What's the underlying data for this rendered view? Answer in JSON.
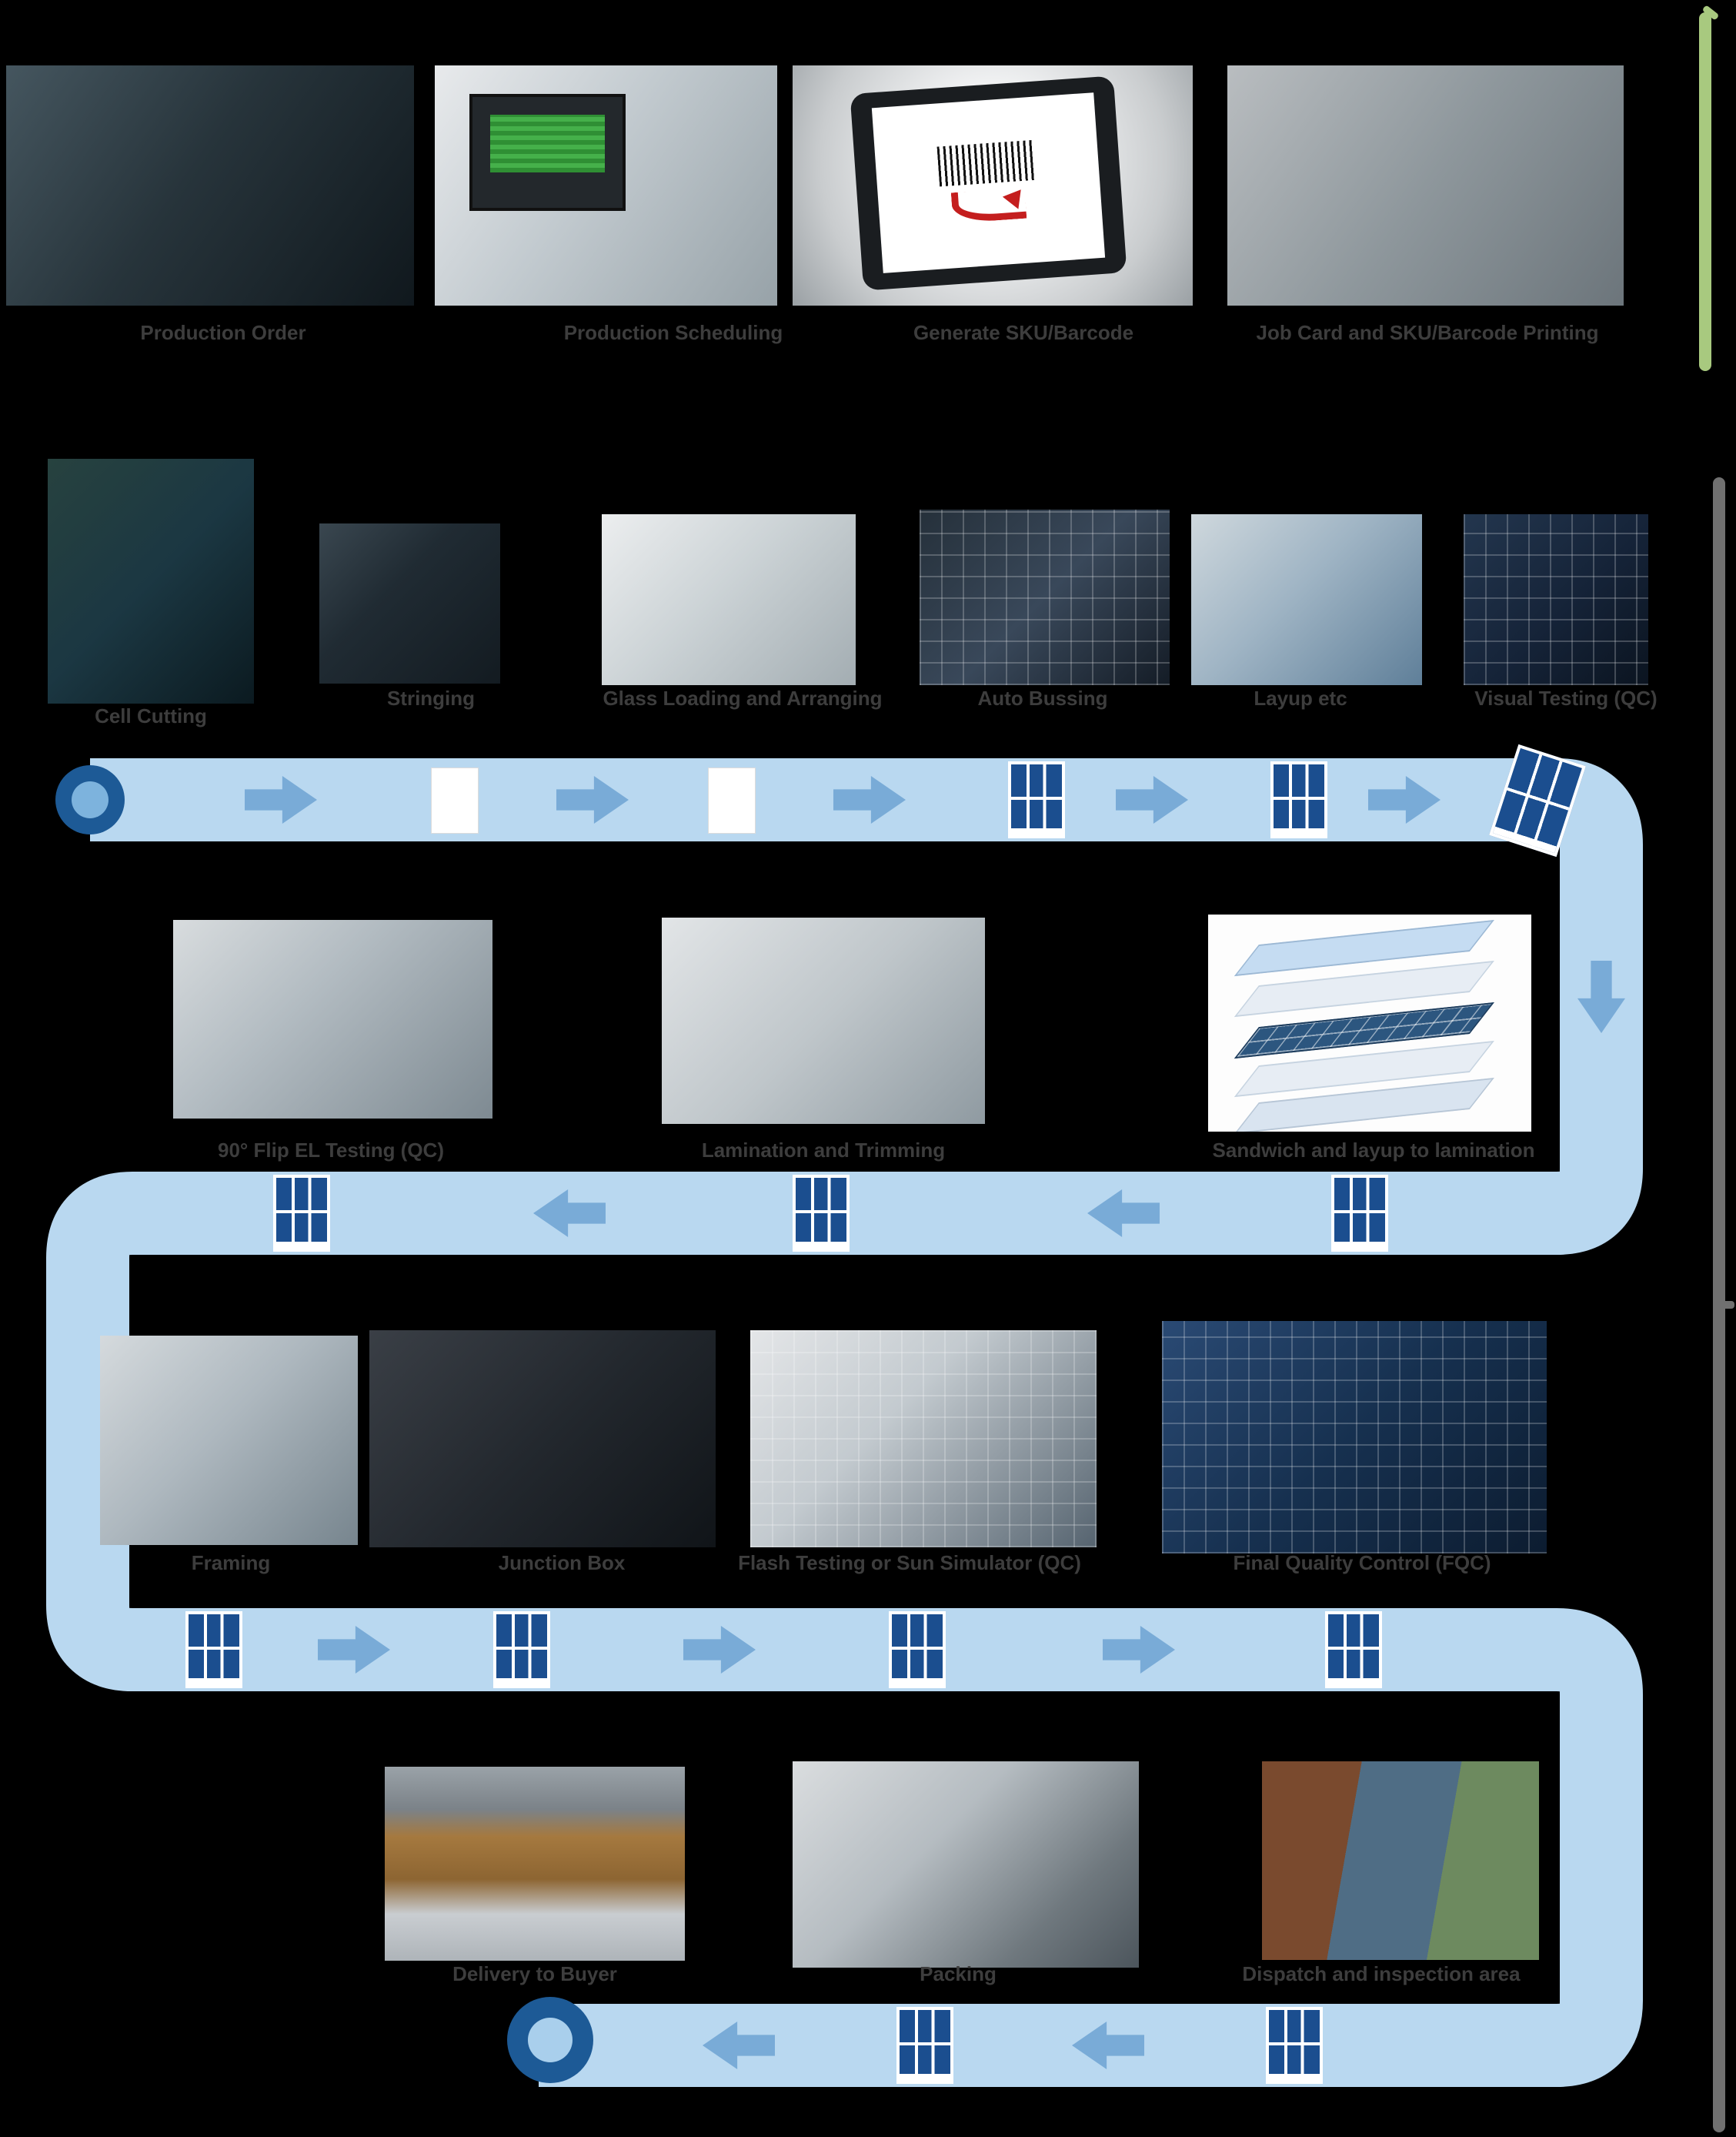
{
  "colors": {
    "background": "#000000",
    "flow_band": "#b9d8f0",
    "flow_arrow": "#79abd7",
    "panel_icon_blue": "#1b4e8f",
    "flow_circle_ring": "#1d5a96",
    "flow_circle_center": "#7db3dd",
    "label_text": "#3d3d3d",
    "green_bracket": "#a8c97f",
    "gray_bracket": "#707070"
  },
  "sections": {
    "pre_production": {
      "steps": [
        {
          "label": "Production Order",
          "image": "worker-at-laptop-in-factory"
        },
        {
          "label": "Production Scheduling",
          "image": "engineer-at-monitors"
        },
        {
          "label": "Generate SKU/Barcode",
          "image": "tablet-with-barcode"
        },
        {
          "label": "Job Card and SKU/Barcode Printing",
          "image": "scanning-job-card"
        }
      ]
    },
    "line1": {
      "steps": [
        {
          "label": "Cell Cutting",
          "image": "cell-cutting-machine"
        },
        {
          "label": "Stringing",
          "image": "stringing-machine"
        },
        {
          "label": "Glass Loading and Arranging",
          "image": "glass-loading-station"
        },
        {
          "label": "Auto Bussing",
          "image": "auto-bussing-machine"
        },
        {
          "label": "Layup etc",
          "image": "layup-station-workers"
        },
        {
          "label": "Visual Testing (QC)",
          "image": "visual-testing-wall"
        }
      ]
    },
    "line2": {
      "steps": [
        {
          "label": "90° Flip EL Testing (QC)",
          "image": "flip-testing-conveyor"
        },
        {
          "label": "Lamination and Trimming",
          "image": "lamination-robot"
        },
        {
          "label": "Sandwich and layup to lamination",
          "image": "module-layer-stack-diagram"
        }
      ]
    },
    "line3": {
      "steps": [
        {
          "label": "Framing",
          "image": "framing-machine"
        },
        {
          "label": "Junction Box",
          "image": "junction-box-fixing"
        },
        {
          "label": "Flash Testing or Sun Simulator (QC)",
          "image": "flash-testing-room"
        },
        {
          "label": "Final Quality Control (FQC)",
          "image": "final-quality-inspection"
        }
      ]
    },
    "line4": {
      "steps": [
        {
          "label": "Delivery to Buyer",
          "image": "warehouse-pallets"
        },
        {
          "label": "Packing",
          "image": "workers-packing-module"
        },
        {
          "label": "Dispatch and inspection area",
          "image": "inspectors-with-clipboard"
        }
      ]
    }
  }
}
